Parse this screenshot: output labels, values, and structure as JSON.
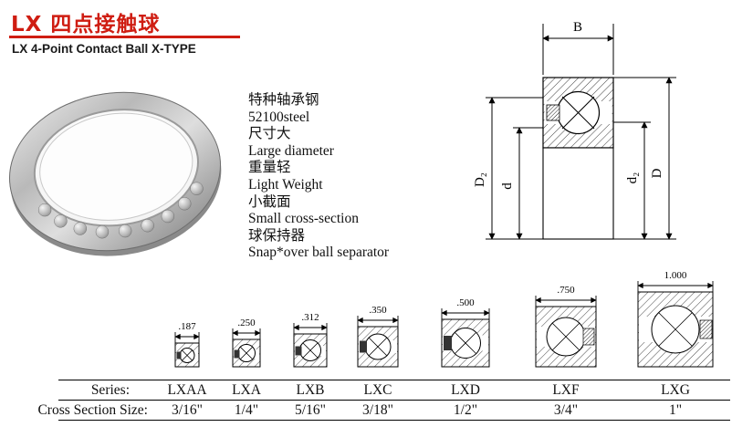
{
  "header": {
    "title_cn": "LX 四点接触球",
    "title_en": "LX 4-Point Contact Ball  X-TYPE",
    "accent_color": "#cf1d12"
  },
  "features": {
    "lines": [
      "特种轴承钢",
      "52100steel",
      "尺寸大",
      "Large diameter",
      "重量轻",
      "Light Weight",
      "小截面",
      "Small cross-section",
      "球保持器",
      "Snap*over ball separator"
    ]
  },
  "main_drawing": {
    "dims": {
      "b": "B",
      "D2": "D₂",
      "d": "d",
      "d2": "d₂",
      "D": "D"
    }
  },
  "size_table": {
    "series_label": "Series:",
    "size_label": "Cross Section Size:",
    "columns": [
      {
        "dim": ".187",
        "series": "LXAA",
        "size": "3/16\""
      },
      {
        "dim": ".250",
        "series": "LXA",
        "size": "1/4\""
      },
      {
        "dim": ".312",
        "series": "LXB",
        "size": "5/16\""
      },
      {
        "dim": ".350",
        "series": "LXC",
        "size": "3/18\""
      },
      {
        "dim": ".500",
        "series": "LXD",
        "size": "1/2\""
      },
      {
        "dim": ".750",
        "series": "LXF",
        "size": "3/4\""
      },
      {
        "dim": "1.000",
        "series": "LXG",
        "size": "1\""
      }
    ]
  }
}
